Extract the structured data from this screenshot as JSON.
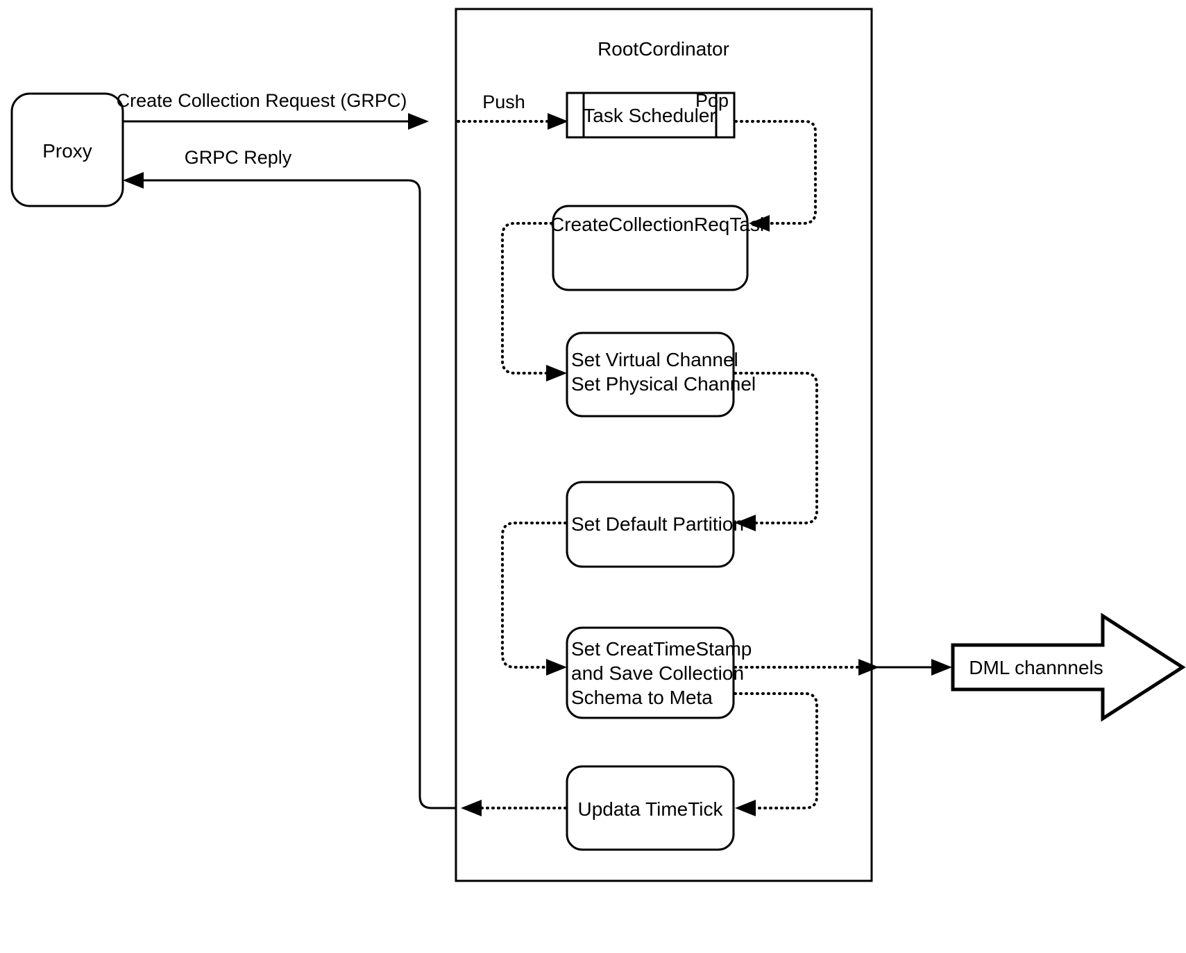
{
  "diagram": {
    "type": "flowchart",
    "title_visible": false,
    "colors": {
      "stroke": "#000000",
      "fill": "#ffffff",
      "text": "#000000"
    },
    "container": {
      "label": "RootCordinator",
      "shape": "rectangle"
    },
    "external_nodes": [
      {
        "id": "proxy",
        "label": "Proxy",
        "shape": "rounded-rectangle"
      },
      {
        "id": "dml-channels",
        "label": "DML channnels",
        "shape": "block-arrow-right"
      }
    ],
    "nodes": [
      {
        "id": "task-scheduler",
        "label": "Task Scheduler",
        "shape": "queue"
      },
      {
        "id": "create-collection-req-task",
        "label": "CreateCollectionReqTask",
        "shape": "rounded-rectangle"
      },
      {
        "id": "set-channels",
        "label_lines": [
          "Set Virtual Channel",
          "Set Physical Channel"
        ],
        "shape": "rounded-rectangle"
      },
      {
        "id": "set-default-partition",
        "label": "Set Default Partition",
        "shape": "rounded-rectangle"
      },
      {
        "id": "set-create-timestamp",
        "label_lines": [
          "Set CreatTimeStamp",
          "and Save Collection",
          "Schema to Meta"
        ],
        "shape": "rounded-rectangle"
      },
      {
        "id": "updata-timetick",
        "label": "Updata TimeTick",
        "shape": "rounded-rectangle"
      }
    ],
    "edges": [
      {
        "id": "e-proxy-to-boundary",
        "label": "Create Collection Request (GRPC)",
        "style": "solid",
        "from": "proxy",
        "to": "rootcordinator-boundary"
      },
      {
        "id": "e-push",
        "label": "Push",
        "style": "dotted",
        "from": "rootcordinator-boundary",
        "to": "task-scheduler"
      },
      {
        "id": "e-pop",
        "label": "Pop",
        "style": "dotted",
        "from": "task-scheduler",
        "to": "create-collection-req-task"
      },
      {
        "id": "e-task-to-channels",
        "label": "",
        "style": "dotted",
        "from": "create-collection-req-task",
        "to": "set-channels"
      },
      {
        "id": "e-channels-to-partition",
        "label": "",
        "style": "dotted",
        "from": "set-channels",
        "to": "set-default-partition"
      },
      {
        "id": "e-partition-to-timestamp",
        "label": "",
        "style": "dotted",
        "from": "set-default-partition",
        "to": "set-create-timestamp"
      },
      {
        "id": "e-timestamp-to-dml",
        "label": "",
        "style": "solid-dotted",
        "from": "set-create-timestamp",
        "to": "dml-channels"
      },
      {
        "id": "e-timestamp-to-timetick",
        "label": "",
        "style": "dotted",
        "from": "set-create-timestamp",
        "to": "updata-timetick"
      },
      {
        "id": "e-timetick-to-reply",
        "label": "",
        "style": "dotted",
        "from": "updata-timetick",
        "to": "grpc-reply-line"
      },
      {
        "id": "e-grpc-reply",
        "label": "GRPC Reply",
        "style": "solid",
        "from": "rootcordinator-boundary",
        "to": "proxy"
      }
    ],
    "labels": {
      "create_collection_request": "Create Collection Request (GRPC)",
      "grpc_reply": "GRPC Reply",
      "push": "Push",
      "pop": "Pop",
      "root_cordinator": "RootCordinator",
      "proxy": "Proxy",
      "task_scheduler": "Task Scheduler",
      "create_collection_req_task": "CreateCollectionReqTask",
      "set_virtual_channel": "Set Virtual Channel",
      "set_physical_channel": "Set Physical Channel",
      "set_default_partition": "Set Default Partition",
      "set_creat_timestamp_l1": "Set CreatTimeStamp",
      "set_creat_timestamp_l2": "and Save Collection",
      "set_creat_timestamp_l3": "Schema to Meta",
      "updata_timetick": "Updata TimeTick",
      "dml_channnels": "DML channnels"
    }
  }
}
